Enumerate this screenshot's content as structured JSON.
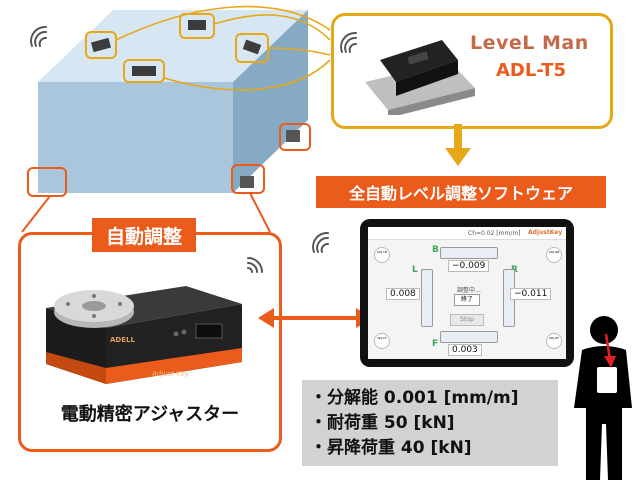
{
  "product": {
    "brand_logo": "LeveL Man",
    "model": "ADL-T5"
  },
  "software_banner": "全自動レベル調整ソフトウェア",
  "auto_adjust_label": "自動調整",
  "adjuster": {
    "caption": "電動精密アジャスター",
    "logo": "Adjust Key",
    "face_logo": "ADELL"
  },
  "specs": [
    "・分解能 0.001 [mm/m]",
    "・耐荷重 50 [kN]",
    "・昇降荷重 40 [kN]"
  ],
  "tablet_screen": {
    "header_logo": "AdjustKey",
    "header_text": "Ch=0.02 [mm/m]",
    "label_B": "B",
    "label_L": "L",
    "label_R": "R",
    "label_F": "F",
    "value_B": "−0.009",
    "value_L": "0.008",
    "value_R": "−0.011",
    "value_F": "0.003",
    "status_text": "調整中…",
    "end_button": "終了",
    "stop_button": "Stop",
    "corner_tl": "ADJ LB",
    "corner_tr": "ADJ RB",
    "corner_bl": "ADJ LF",
    "corner_br": "ADJ RF"
  },
  "colors": {
    "orange": "#ea5b1c",
    "gold": "#e6a817",
    "green": "#3aa657",
    "spec_bg": "#d2d2d2"
  }
}
